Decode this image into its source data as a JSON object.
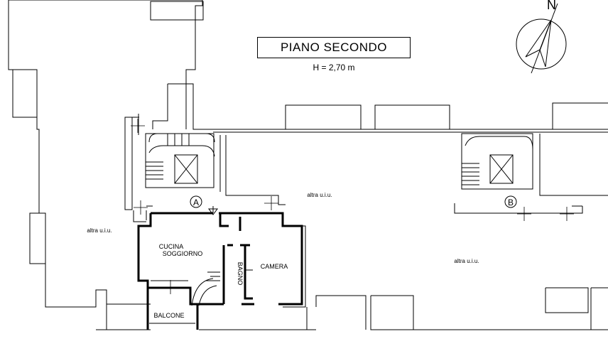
{
  "plan": {
    "title": "PIANO SECONDO",
    "height_note": "H = 2,70 m",
    "north_label": "N",
    "stair_a_label": "A",
    "stair_b_label": "B",
    "rooms": {
      "kitchen_line1": "CUCINA",
      "kitchen_line2": "SOGGIORNO",
      "bedroom": "CAMERA",
      "bathroom": "BAGNO",
      "balcony": "BALCONE"
    },
    "other_units": {
      "left": "altra u.i.u.",
      "top_center": "altra u.i.u.",
      "bottom_right": "altra u.i.u."
    }
  }
}
